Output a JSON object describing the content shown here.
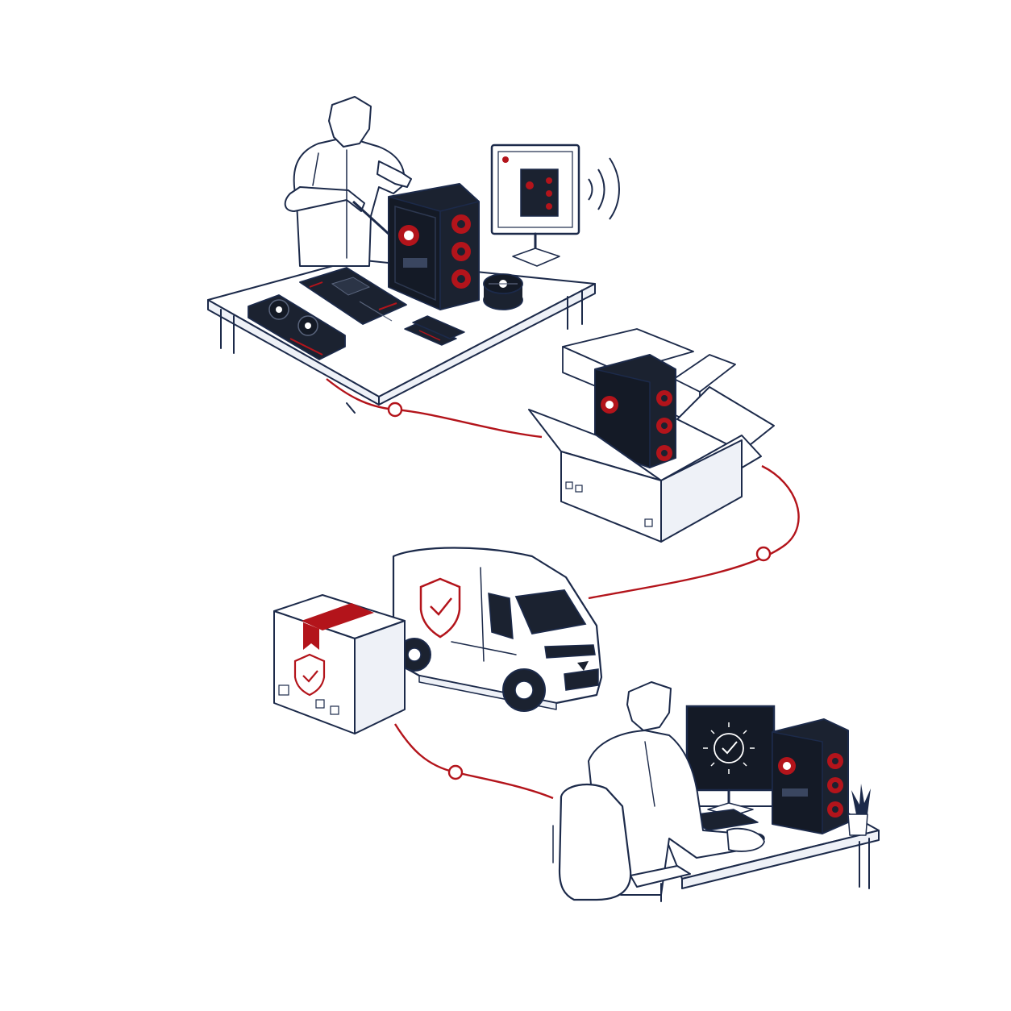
{
  "colors": {
    "ink": "#1c2a4a",
    "accent": "#b3141b",
    "dark_case": "#1b2230",
    "screen": "#141a26",
    "paper": "#ffffff",
    "shade": "#eef1f7"
  },
  "scenes": [
    {
      "step": 1,
      "name": "technician-assembly",
      "icons": [
        "pc-case-icon",
        "graphics-card-icon",
        "motherboard-icon",
        "ram-stick-icon",
        "cpu-cooler-icon",
        "monitor-icon",
        "wireless-signal-icon",
        "screwdriver-icon"
      ]
    },
    {
      "step": 2,
      "name": "packaging",
      "icons": [
        "shipping-box-icon",
        "pc-case-icon",
        "fragile-symbol-icon"
      ]
    },
    {
      "step": 3,
      "name": "secure-delivery",
      "icons": [
        "delivery-van-icon",
        "shield-check-icon",
        "parcel-icon"
      ]
    },
    {
      "step": 4,
      "name": "customer-setup",
      "icons": [
        "monitor-check-icon",
        "pc-case-icon",
        "keyboard-icon",
        "mouse-icon",
        "office-chair-icon",
        "plant-icon"
      ]
    }
  ],
  "path_nodes": 3
}
